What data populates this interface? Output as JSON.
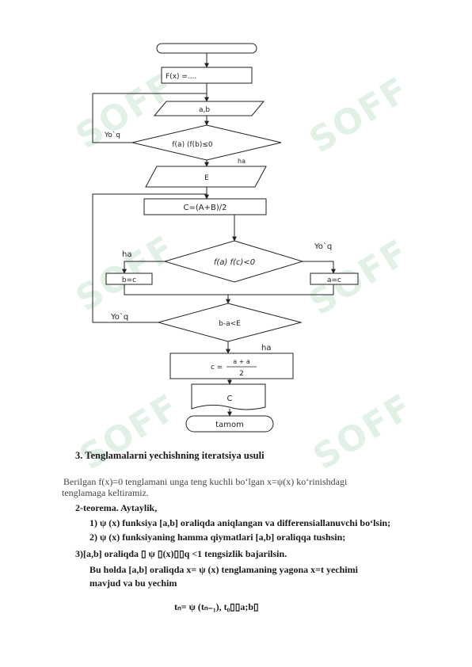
{
  "watermark": "SOFF",
  "flowchart": {
    "start": "",
    "define_fx": "F(x) =....",
    "input_ab": "a,b",
    "cond1": "f(a) (f(b)≤0",
    "cond1_no": "Yo`q",
    "cond1_yes": "ha",
    "input_eps": "E",
    "calc_c": "C=(A+B)/2",
    "cond2": "f(a) f(c)<0",
    "cond2_yes": "ha",
    "cond2_no": "Yo`q",
    "assign_b": "b=c",
    "assign_a": "a=c",
    "cond3": "b-a<E",
    "cond3_no": "Yo`q",
    "cond3_yes": "ha",
    "result_c_prefix": "c =",
    "result_c_num": "a + a",
    "result_c_den": "2",
    "output_c": "C",
    "end": "tamom"
  },
  "section_title": "3. Tenglamalarni yechishning iteratsiya usuli",
  "intro_line1": "Berilgan f(x)=0 tenglamani unga teng kuchli bo‘lgan x=ψ(x) ko‘rinishdagi",
  "intro_line2": "tenglamaga keltiramiz.",
  "theorem_title": "2-teorema.   Aytaylik,",
  "cond_1": "1) ψ (x) funksiya [a,b] oraliqda aniqlangan va differensiallanuvchi bo‘lsin;",
  "cond_2": "2) ψ (x) funksiyaning hamma qiymatlari [a,b] oraliqqa  tushsin;",
  "cond_3": "3)[a,b] oraliqda ▯ ψ ▯(x)▯▯q <1 tengsizlik bajarilsin.",
  "conclusion_line1": "Bu holda [a,b] oraliqda x= ψ (x) tenglamaning yagona x=t  yechimi",
  "conclusion_line2": "mavjud va bu yechim",
  "formula": "tₙ= ψ (tₙ₋₁),  t₀▯▯a;b▯"
}
